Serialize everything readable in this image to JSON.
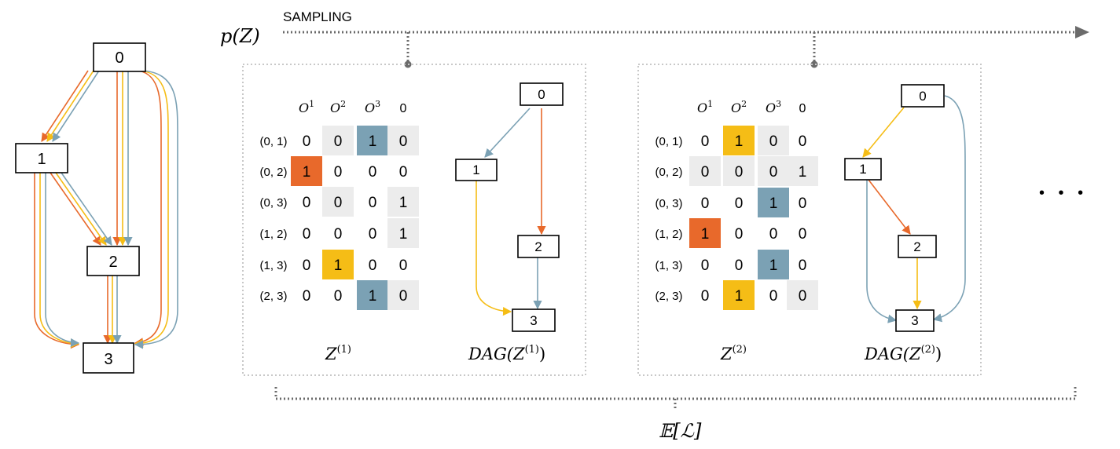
{
  "colors": {
    "orange": "#e8692b",
    "yellow": "#f5bd16",
    "blue": "#7ba1b4",
    "gray": "#ececec",
    "dash": "#6b6b6b",
    "box": "#000000"
  },
  "sampling_label": "SAMPLING",
  "pz_label": "p(Z)",
  "expectation_label": "𝔼[ℒ]",
  "ellipsis": "• • •",
  "supergraph": {
    "nodes": [
      "0",
      "1",
      "2",
      "3"
    ]
  },
  "samples": [
    {
      "z_label": "Z",
      "z_sup": "(1)",
      "dag_label": "DAG(Z",
      "dag_sup": "(1)",
      "dag_close": ")",
      "col_headers": [
        {
          "base": "O",
          "sup": "1"
        },
        {
          "base": "O",
          "sup": "2"
        },
        {
          "base": "O",
          "sup": "3"
        },
        {
          "base": "0",
          "sup": ""
        }
      ],
      "row_labels": [
        "(0, 1)",
        "(0, 2)",
        "(0, 3)",
        "(1, 2)",
        "(1, 3)",
        "(2, 3)"
      ],
      "matrix": [
        [
          "0",
          "0",
          "1",
          "0"
        ],
        [
          "1",
          "0",
          "0",
          "0"
        ],
        [
          "0",
          "0",
          "0",
          "1"
        ],
        [
          "0",
          "0",
          "0",
          "1"
        ],
        [
          "0",
          "1",
          "0",
          "0"
        ],
        [
          "0",
          "0",
          "1",
          "0"
        ]
      ],
      "cell_fill": [
        [
          "none",
          "gray",
          "blue",
          "gray"
        ],
        [
          "orange",
          "none",
          "none",
          "none"
        ],
        [
          "none",
          "gray",
          "none",
          "gray"
        ],
        [
          "none",
          "none",
          "none",
          "gray"
        ],
        [
          "none",
          "yellow",
          "none",
          "none"
        ],
        [
          "none",
          "none",
          "blue",
          "gray"
        ]
      ],
      "dag_nodes": [
        "0",
        "1",
        "2",
        "3"
      ]
    },
    {
      "z_label": "Z",
      "z_sup": "(2)",
      "dag_label": "DAG(Z",
      "dag_sup": "(2)",
      "dag_close": ")",
      "col_headers": [
        {
          "base": "O",
          "sup": "1"
        },
        {
          "base": "O",
          "sup": "2"
        },
        {
          "base": "O",
          "sup": "3"
        },
        {
          "base": "0",
          "sup": ""
        }
      ],
      "row_labels": [
        "(0, 1)",
        "(0, 2)",
        "(0, 3)",
        "(1, 2)",
        "(1, 3)",
        "(2, 3)"
      ],
      "matrix": [
        [
          "0",
          "1",
          "0",
          "0"
        ],
        [
          "0",
          "0",
          "0",
          "1"
        ],
        [
          "0",
          "0",
          "1",
          "0"
        ],
        [
          "1",
          "0",
          "0",
          "0"
        ],
        [
          "0",
          "0",
          "1",
          "0"
        ],
        [
          "0",
          "1",
          "0",
          "0"
        ]
      ],
      "cell_fill": [
        [
          "none",
          "yellow",
          "gray",
          "none"
        ],
        [
          "gray",
          "gray",
          "gray",
          "gray"
        ],
        [
          "none",
          "none",
          "blue",
          "none"
        ],
        [
          "orange",
          "none",
          "none",
          "none"
        ],
        [
          "none",
          "none",
          "blue",
          "none"
        ],
        [
          "none",
          "yellow",
          "none",
          "gray"
        ]
      ],
      "dag_nodes": [
        "0",
        "1",
        "2",
        "3"
      ]
    }
  ]
}
